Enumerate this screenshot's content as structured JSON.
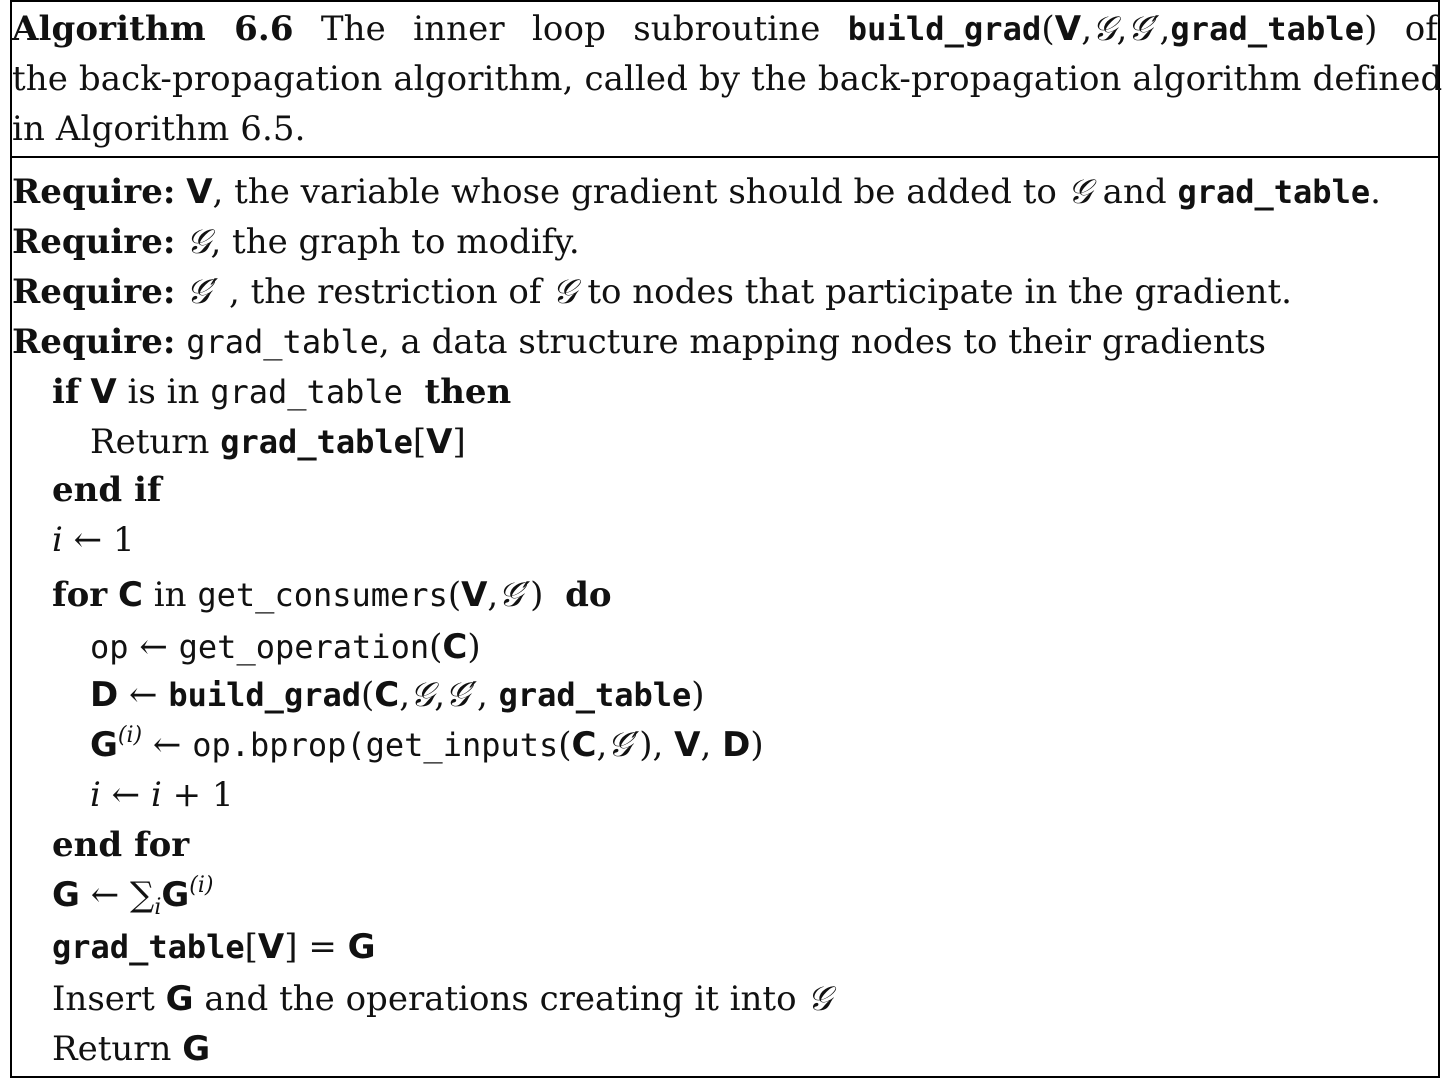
{
  "caption": {
    "label": "Algorithm 6.6",
    "text_a": "The inner loop subroutine",
    "func": "build_grad",
    "args_open": "(",
    "arg_v": "V",
    "arg_sep1": ",",
    "arg_g": "𝒢",
    "arg_sep2": ",",
    "arg_gp": "𝒢′",
    "arg_sep3": ",",
    "arg_table": "grad_table",
    "args_close": ")",
    "text_b": "of",
    "line2": "the back-propagation algorithm, called by the back-propagation algorithm defined",
    "line3": "in Algorithm 6.5."
  },
  "requires": [
    {
      "kw": "Require:",
      "var": "V",
      "text": ", the variable whose gradient should be added to ",
      "g": "𝒢",
      "and": " and ",
      "tbl": "grad_table",
      "end": "."
    },
    {
      "kw": "Require:",
      "var": "𝒢",
      "text": ", the graph to modify."
    },
    {
      "kw": "Require:",
      "var": "𝒢′",
      "text": " , the restriction of ",
      "g": "𝒢",
      "rest": " to nodes that participate in the gradient."
    },
    {
      "kw": "Require:",
      "tbl": "grad_table",
      "text": ", a data structure mapping nodes to their gradients"
    }
  ],
  "steps": {
    "if_kw": "if",
    "if_v": "V",
    "if_is_in": " is in ",
    "if_tbl": "grad_table",
    "then_kw": "then",
    "return1": "Return ",
    "return1_tbl": "grad_table",
    "return1_open": "[",
    "return1_v": "V",
    "return1_close": "]",
    "endif_kw": "end if",
    "init_i": "i",
    "init_arrow": " ← 1",
    "for_kw": "for",
    "for_c": "C",
    "for_in": " in ",
    "for_fn": "get_consumers",
    "for_open": "(",
    "for_v": "V",
    "for_sep": ",",
    "for_gp": "𝒢′",
    "for_close": ")",
    "do_kw": "do",
    "op_lhs": "op",
    "op_arrow": " ← ",
    "op_fn": "get_operation",
    "op_open": "(",
    "op_c": "C",
    "op_close": ")",
    "d_lhs": "D",
    "d_arrow": " ← ",
    "d_fn": "build_grad",
    "d_open": "(",
    "d_c": "C",
    "d_sep1": ",",
    "d_g": "𝒢",
    "d_sep2": ",",
    "d_gp": "𝒢′",
    "d_sep3": ", ",
    "d_tbl": "grad_table",
    "d_close": ")",
    "gi_lhs": "G",
    "gi_sup": "(i)",
    "gi_arrow": " ← ",
    "gi_fn": "op.bprop(",
    "gi_inner": "get_inputs",
    "gi_open": "(",
    "gi_c": "C",
    "gi_sep": ",",
    "gi_gp": "𝒢′",
    "gi_mid": "), ",
    "gi_v": "V",
    "gi_sep2": ", ",
    "gi_d": "D",
    "gi_close": ")",
    "inc_i": "i",
    "inc_arrow": " ← ",
    "inc_rhs": "i",
    "inc_plus": " + 1",
    "endfor_kw": "end for",
    "sum_lhs": "G",
    "sum_arrow": " ← ",
    "sum_sym": "∑",
    "sum_sub": "i",
    "sum_g": "G",
    "sum_sup": "(i)",
    "assign_tbl": "grad_table",
    "assign_open": "[",
    "assign_v": "V",
    "assign_close": "]",
    "assign_eq": " = ",
    "assign_g": "G",
    "insert_a": "Insert ",
    "insert_g": "G",
    "insert_b": " and the operations creating it into ",
    "insert_graph": "𝒢",
    "return2": "Return ",
    "return2_g": "G"
  }
}
